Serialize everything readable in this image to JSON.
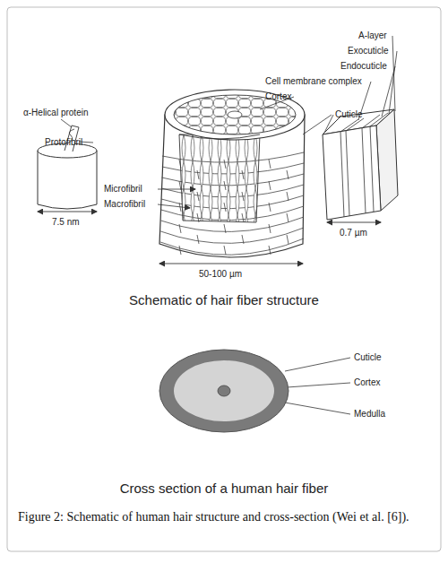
{
  "diagram": {
    "caption": "Figure 2: Schematic of human hair structure and cross-section (Wei et al. [6]).",
    "labels": [
      "A-layer",
      "Exocuticle",
      "Endocuticle",
      "Cell membrane complex",
      "Cortex",
      "Cuticle",
      "α-Helical protein",
      "Protofibril",
      "Microfibril",
      "Macrofibril",
      "7.5 nm",
      "0.7 µm",
      "50-100 µm",
      "Schematic of hair fiber structure",
      "Cuticle",
      "Cortex",
      "Medulla",
      "Cross section of a human hair fiber"
    ]
  }
}
